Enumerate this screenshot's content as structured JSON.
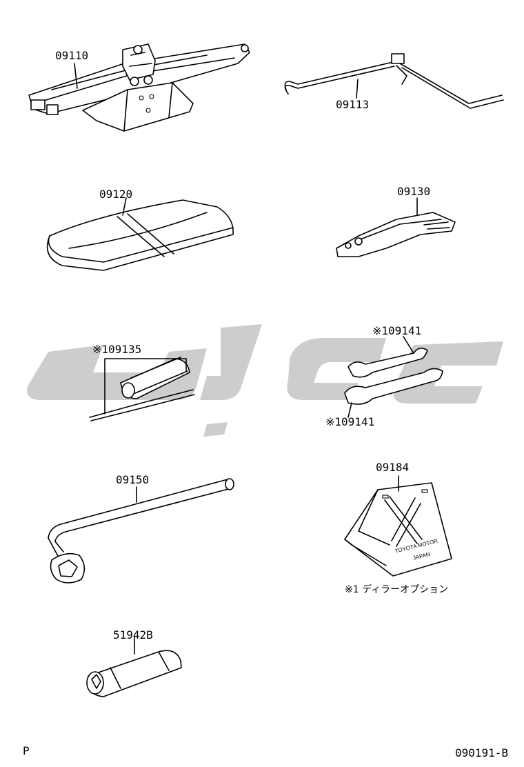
{
  "parts": [
    {
      "id": "09110"
    },
    {
      "id": "09113"
    },
    {
      "id": "09120"
    },
    {
      "id": "09130"
    },
    {
      "id": "※109135"
    },
    {
      "id": "※109141"
    },
    {
      "id": "※109141"
    },
    {
      "id": "09150"
    },
    {
      "id": "09184"
    },
    {
      "id": "51942B"
    }
  ],
  "stand_text": {
    "line1": "TOYOTA MOTOR",
    "line2": "JAPAN"
  },
  "footnote": "※1 ディラーオプション",
  "footer": {
    "left": "P",
    "right": "090191-B"
  },
  "colors": {
    "line": "#000000",
    "watermark": "#c8c8c8",
    "background": "#ffffff"
  }
}
